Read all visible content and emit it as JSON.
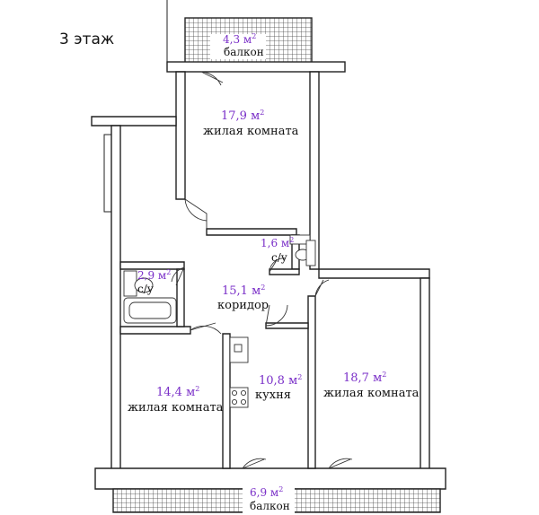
{
  "floor_label": "3 этаж",
  "unit": "м",
  "unit_sup": "2",
  "rooms": {
    "balcony_top": {
      "area": "4,3",
      "name": "балкон"
    },
    "living_top": {
      "area": "17,9",
      "name": "жилая комната"
    },
    "wc_small": {
      "area": "1,6",
      "name": "с/у"
    },
    "bath": {
      "area": "2,9",
      "name": "с/у"
    },
    "corridor": {
      "area": "15,1",
      "name": "коридор"
    },
    "living_left": {
      "area": "14,4",
      "name": "жилая комната"
    },
    "kitchen": {
      "area": "10,8",
      "name": "кухня"
    },
    "living_right": {
      "area": "18,7",
      "name": "жилая комната"
    },
    "balcony_bottom": {
      "area": "6,9",
      "name": "балкон"
    }
  }
}
